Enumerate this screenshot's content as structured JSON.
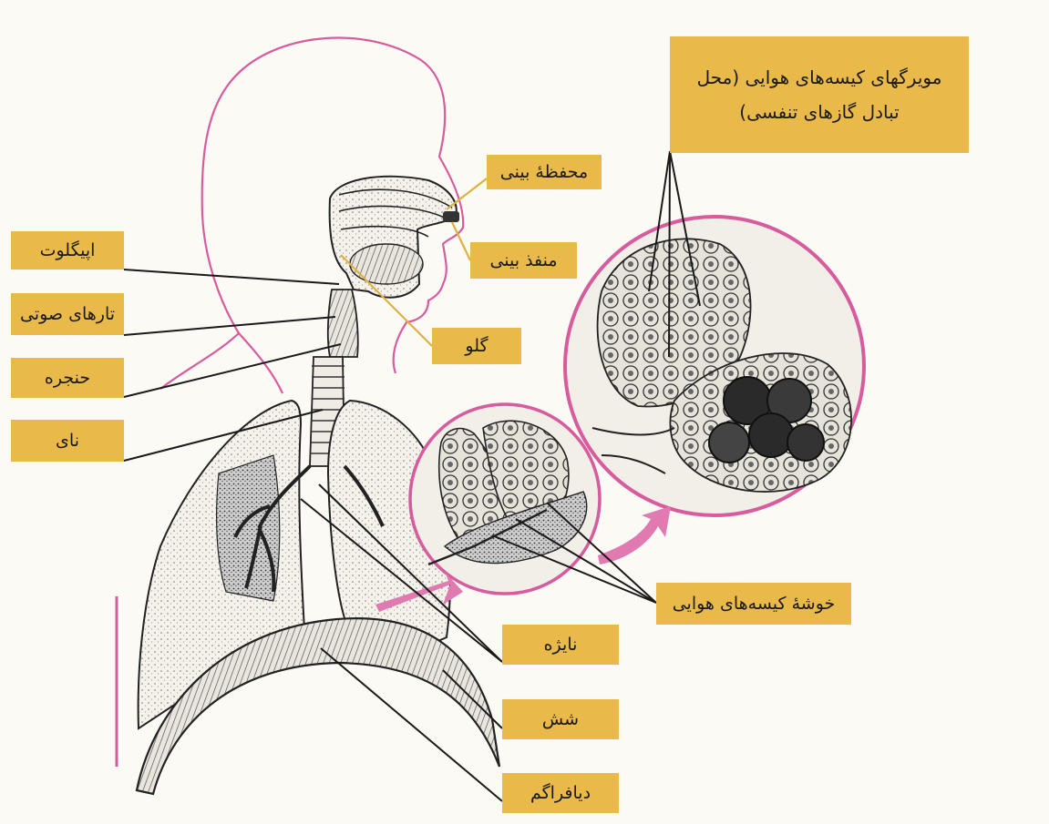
{
  "labels": {
    "nasal_cavity": "محفظهٔ بینی",
    "nostril": "منفذ بینی",
    "pharynx": "گلو",
    "epiglottis": "اپیگلوت",
    "vocal_cords": "تارهای صوتی",
    "larynx": "حنجره",
    "trachea": "نای",
    "bronchus": "نایژه",
    "lung": "شش",
    "diaphragm": "دیافراگم",
    "alveoli_cluster": "خوشهٔ کیسه‌های هوایی",
    "alveolar_capillaries": "مویرگهای کیسه‌های هوایی (محل تبادل گازهای تنفسی)"
  },
  "colors": {
    "label_background": "#e9b94a",
    "outline_magenta": "#d75c9e",
    "leader_black": "#1a1a1a",
    "leader_gold": "#e0b040"
  }
}
